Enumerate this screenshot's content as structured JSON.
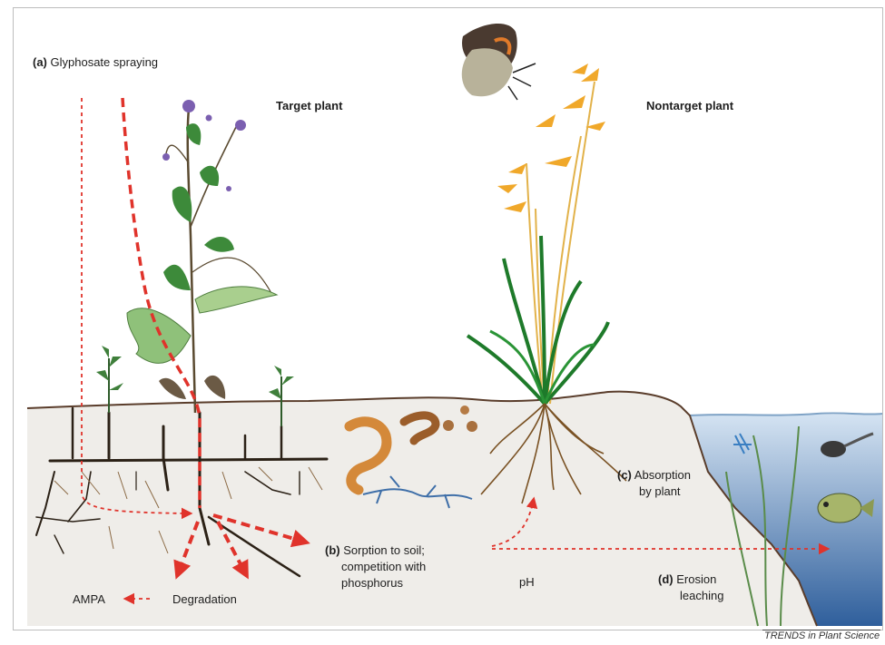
{
  "labels": {
    "a_tag": "(a)",
    "a_text": "Glyphosate spraying",
    "target_plant": "Target plant",
    "nontarget_plant": "Nontarget plant",
    "b_tag": "(b)",
    "b_line1": "Sorption to soil;",
    "b_line2": "competition with",
    "b_line3": "phosphorus",
    "c_tag": "(c)",
    "c_line1": "Absorption",
    "c_line2": "by plant",
    "d_tag": "(d)",
    "d_line1": "Erosion",
    "d_line2": "leaching",
    "ph": "pH",
    "ampa": "AMPA",
    "degradation": "Degradation",
    "credit": "TRENDS in Plant Science"
  },
  "colors": {
    "arrow_red": "#e0332b",
    "soil": "#efede9",
    "soil_line": "#5a3d2b",
    "water_top": "#c4d9ee",
    "water_bottom": "#2f5f9c",
    "leaf_green": "#3d8a3a",
    "grass_green": "#1e7a2a",
    "grain_orange": "#f0a82a",
    "root_brown": "#7a5224"
  },
  "icons": [
    "butterfly-icon",
    "fish-icon",
    "tadpole-icon",
    "worm-icon",
    "thistle-icon"
  ]
}
